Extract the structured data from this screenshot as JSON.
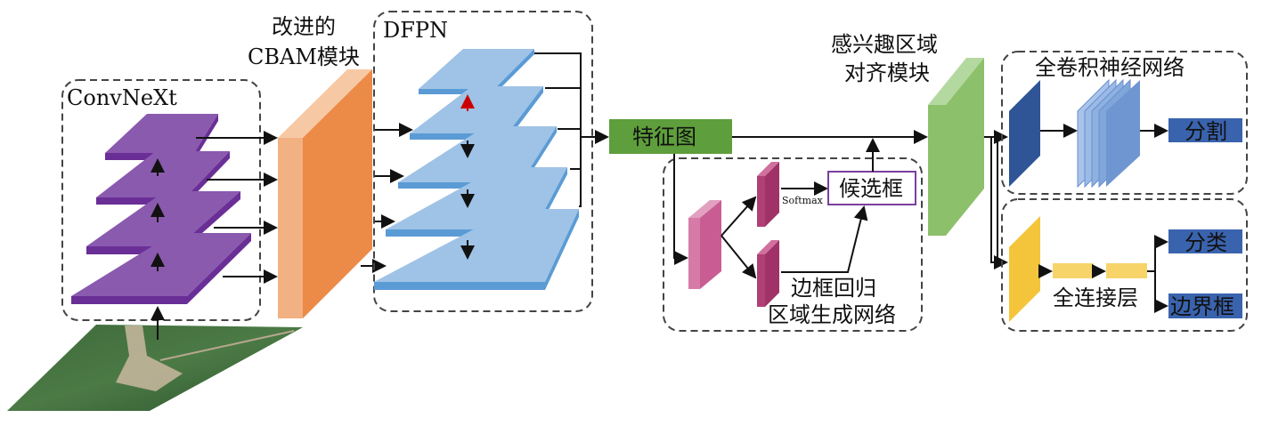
{
  "labels": {
    "convnext": "ConvNeXt",
    "cbam_line1": "改进的",
    "cbam_line2": "CBAM模块",
    "dfpn": "DFPN",
    "feature_map": "特征图",
    "softmax": "Softmax",
    "candidate_box": "候选框",
    "bbox_regression": "边框回归",
    "rpn": "区域生成网络",
    "roi_align_line1": "感兴趣区域",
    "roi_align_line2": "对齐模块",
    "fcn": "全卷积神经网络",
    "segmentation": "分割",
    "fc_layer": "全连接层",
    "classification": "分类",
    "bounding_box": "边界框"
  },
  "colors": {
    "convnext": "#8a5aae",
    "cbam": "#ec8a47",
    "dfpn": "#9fc3e6",
    "feature_map": "#5e9e3c",
    "rpn": "#c0508a",
    "roi_align": "#8dc06a",
    "fcn": "#2f5597",
    "fc": "#f4c43a",
    "output": "#3a63ae"
  }
}
